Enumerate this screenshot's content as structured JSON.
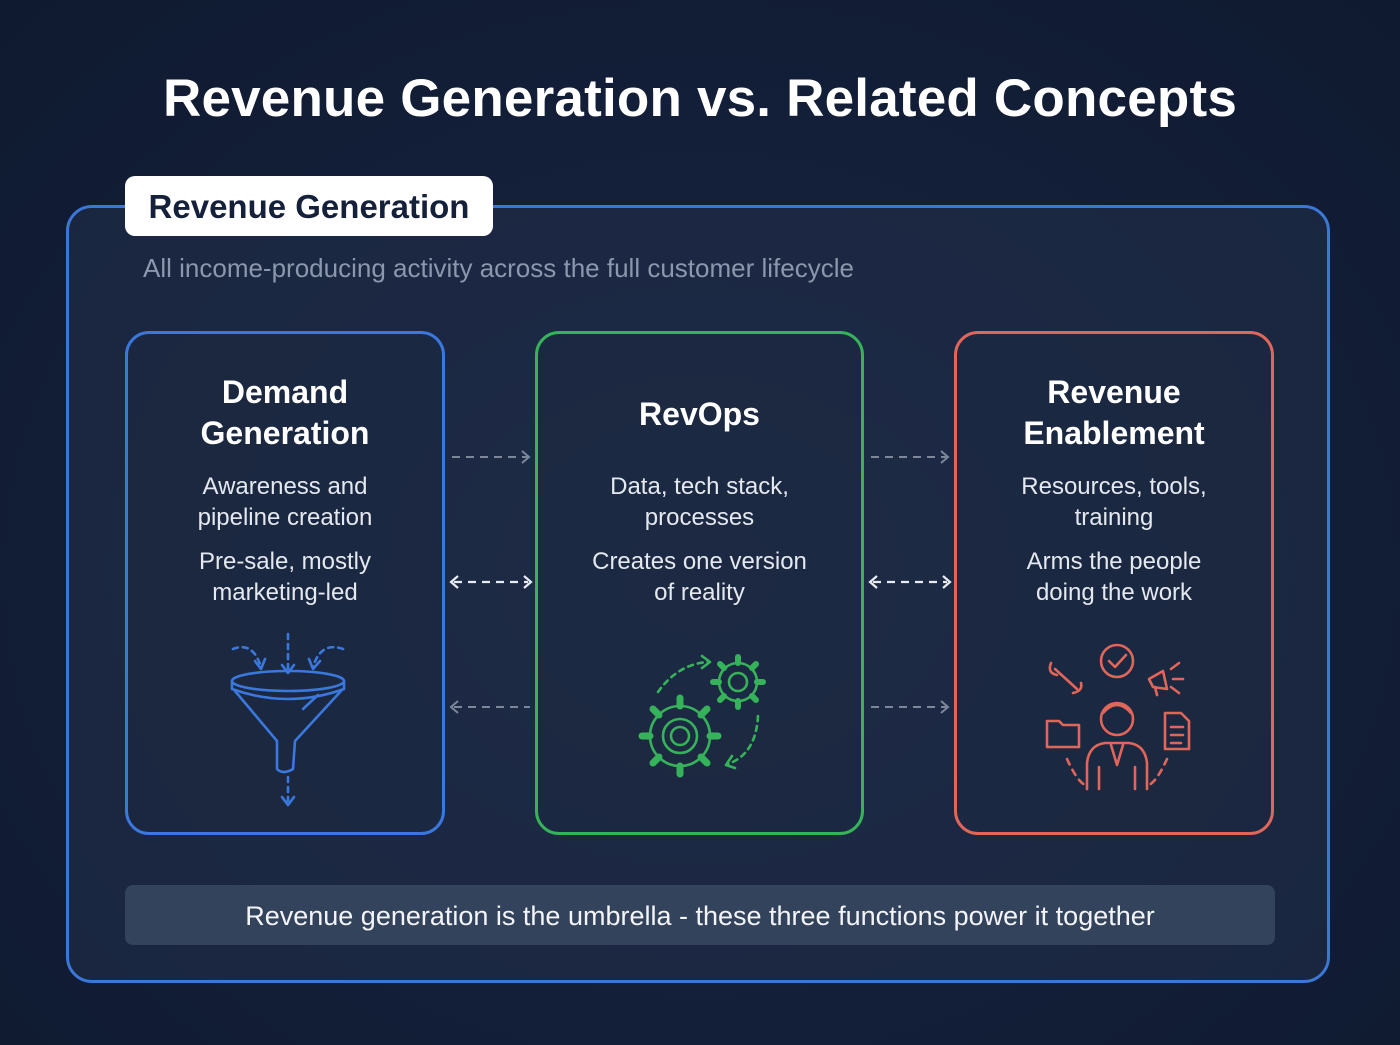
{
  "title": "Revenue Generation vs. Related Concepts",
  "umbrella": {
    "badge": "Revenue Generation",
    "subtitle": "All income-producing activity across the full customer lifecycle",
    "border_color": "#3a77d6"
  },
  "cards": [
    {
      "title_lines": [
        "Demand",
        "Generation"
      ],
      "desc1_lines": [
        "Awareness and",
        "pipeline creation"
      ],
      "desc2_lines": [
        "Pre-sale, mostly",
        "marketing-led"
      ],
      "icon": "funnel-icon",
      "color": "#3b78de"
    },
    {
      "title_lines": [
        "RevOps"
      ],
      "desc1_lines": [
        "Data, tech stack,",
        "processes"
      ],
      "desc2_lines": [
        "Creates one version",
        "of reality"
      ],
      "icon": "gears-cycle-icon",
      "color": "#36b35a"
    },
    {
      "title_lines": [
        "Revenue",
        "Enablement"
      ],
      "desc1_lines": [
        "Resources, tools,",
        "training"
      ],
      "desc2_lines": [
        "Arms the people",
        "doing the work"
      ],
      "icon": "person-tools-icon",
      "color": "#e1665a"
    }
  ],
  "connectors": [
    {
      "between": [
        "Demand Generation",
        "RevOps"
      ],
      "arrows": [
        "right",
        "bidirectional",
        "left"
      ]
    },
    {
      "between": [
        "RevOps",
        "Revenue Enablement"
      ],
      "arrows": [
        "right",
        "bidirectional",
        "right"
      ]
    }
  ],
  "footer": "Revenue generation is the umbrella - these three functions power it together"
}
